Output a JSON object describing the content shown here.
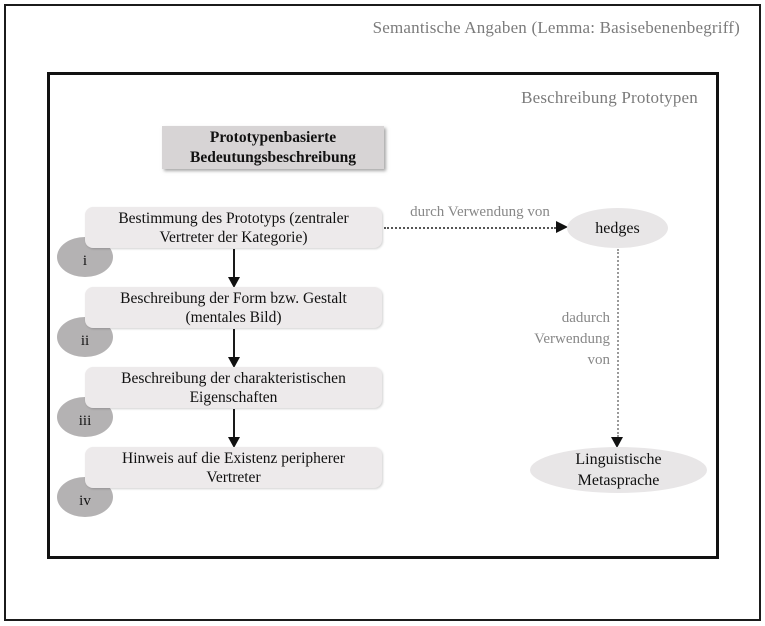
{
  "titles": {
    "outer": "Semantische Angaben (Lemma: Basisebenenbegriff)",
    "inner": "Beschreibung Prototypen"
  },
  "header_box": {
    "line1": "Prototypenbasierte",
    "line2": "Bedeutungsbeschreibung"
  },
  "steps": [
    {
      "marker": "i",
      "line1": "Bestimmung des Prototyps (zentraler",
      "line2": "Vertreter der Kategorie)"
    },
    {
      "marker": "ii",
      "line1": "Beschreibung der Form bzw. Gestalt",
      "line2": "(mentales Bild)"
    },
    {
      "marker": "iii",
      "line1": "Beschreibung der charakteristischen",
      "line2": "Eigenschaften"
    },
    {
      "marker": "iv",
      "line1": "Hinweis auf die Existenz peripherer",
      "line2": "Vertreter"
    }
  ],
  "edges": {
    "to_hedges_label": "durch Verwendung von",
    "to_meta_label": [
      "dadurch",
      "Verwendung",
      "von"
    ]
  },
  "nodes": {
    "hedges": "hedges",
    "meta_line1": "Linguistische",
    "meta_line2": "Metasprache"
  },
  "colors": {
    "frame": "#1b1b1b",
    "gray_text": "#7b7b7b",
    "header_box_fill": "#d7d4d5",
    "step_box_fill": "#edeaeb",
    "marker_oval_fill": "#b4b2b3",
    "ellipse_fill": "#e8e6e7"
  }
}
